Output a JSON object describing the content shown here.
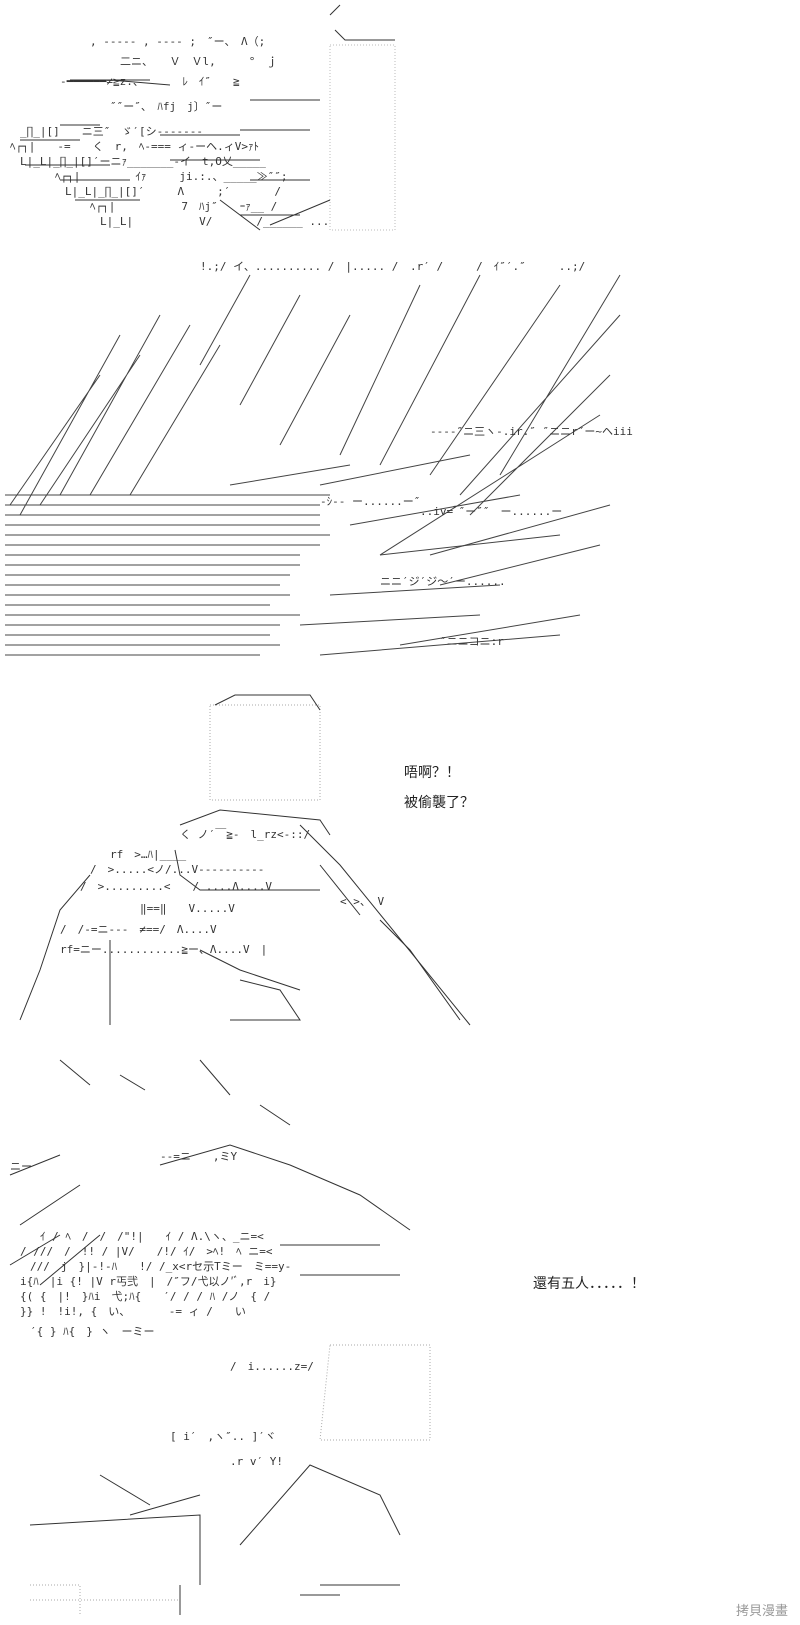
{
  "panels": [
    {
      "id": "panel-1",
      "description_hidden": true
    },
    {
      "id": "panel-2",
      "description_hidden": true
    },
    {
      "id": "panel-3",
      "description_hidden": true
    },
    {
      "id": "panel-4",
      "description_hidden": true
    }
  ],
  "dialogue": {
    "panel3_line1": "唔啊？！",
    "panel3_line2": "被偷襲了？",
    "panel4_line1": "還有五人．．．．．！"
  },
  "watermark": "拷貝漫畫",
  "colors": {
    "ink": "#222222",
    "background": "#ffffff",
    "watermark": "#999999"
  }
}
